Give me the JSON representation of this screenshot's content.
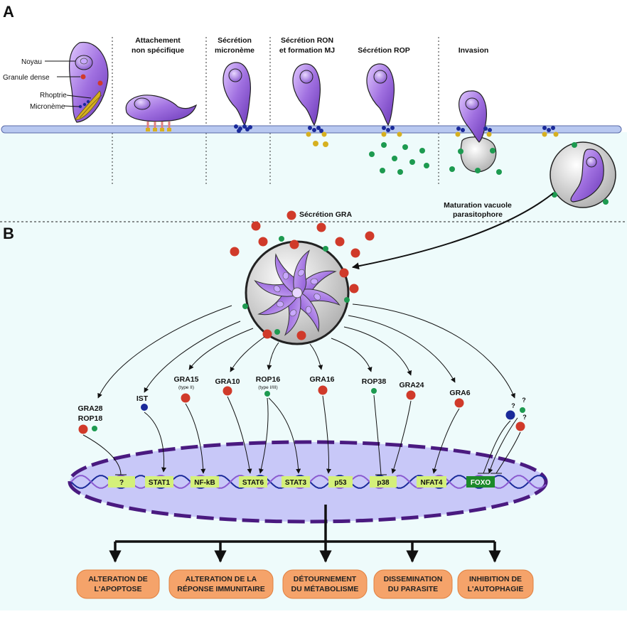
{
  "panels": {
    "a": "A",
    "b": "B"
  },
  "parasite_labels": {
    "nucleus": "Noyau",
    "dense_granule": "Granule dense",
    "rhoptry": "Rhoptrie",
    "microneme": "Micronème"
  },
  "stages": [
    {
      "line1": "Attachement",
      "line2": "non spécifique"
    },
    {
      "line1": "Sécrétion",
      "line2": "micronème"
    },
    {
      "line1": "Sécrétion RON",
      "line2": "et formation MJ"
    },
    {
      "line1": "Sécrétion ROP",
      "line2": ""
    },
    {
      "line1": "Invasion",
      "line2": ""
    }
  ],
  "maturation": {
    "line1": "Maturation vacuole",
    "line2": "parasitophore"
  },
  "gra_secretion": "Sécrétion GRA",
  "effectors": [
    {
      "line1": "GRA28",
      "line2": "ROP18",
      "sub": ""
    },
    {
      "line1": "IST",
      "line2": "",
      "sub": ""
    },
    {
      "line1": "GRA15",
      "line2": "",
      "sub": "(type II)"
    },
    {
      "line1": "GRA10",
      "line2": "",
      "sub": ""
    },
    {
      "line1": "ROP16",
      "line2": "",
      "sub": "(type I/III)"
    },
    {
      "line1": "GRA16",
      "line2": "",
      "sub": ""
    },
    {
      "line1": "ROP38",
      "line2": "",
      "sub": ""
    },
    {
      "line1": "GRA24",
      "line2": "",
      "sub": ""
    },
    {
      "line1": "GRA6",
      "line2": "",
      "sub": ""
    },
    {
      "line1": "?",
      "line2": "?",
      "sub": "?"
    }
  ],
  "targets": [
    "?",
    "STAT1",
    "NF-kB",
    "STAT6",
    "STAT3",
    "p53",
    "p38",
    "NFAT4",
    "FOXO"
  ],
  "outcomes": [
    {
      "line1": "ALTERATION  DE",
      "line2": "L'APOPTOSE"
    },
    {
      "line1": "ALTERATION DE LA",
      "line2": "RÉPONSE IMMUNITAIRE"
    },
    {
      "line1": "DÉTOURNEMENT",
      "line2": "DU MÉTABOLISME"
    },
    {
      "line1": "DISSEMINATION",
      "line2": "DU PARASITE"
    },
    {
      "line1": "INHIBITION DE",
      "line2": "L'AUTOPHAGIE"
    }
  ],
  "colors": {
    "background": "#eefbfb",
    "membrane": "#b8c8f0",
    "parasite": "#a070e0",
    "gra_red": "#d03a2a",
    "microneme_green": "#1d9a50",
    "rhoptry_yellow": "#d6b020",
    "ist_blue": "#1a2a9a",
    "nucleus_fill": "#c8c8f8",
    "nucleus_border": "#4a1a80",
    "target_green": "#d4f07a",
    "foxo_green": "#1c8a2a",
    "outcome_orange": "#f5a36a"
  },
  "icons": [
    "parasite-icon",
    "vacuole-icon",
    "arrow-icon",
    "inhibition-icon",
    "dna-icon"
  ]
}
